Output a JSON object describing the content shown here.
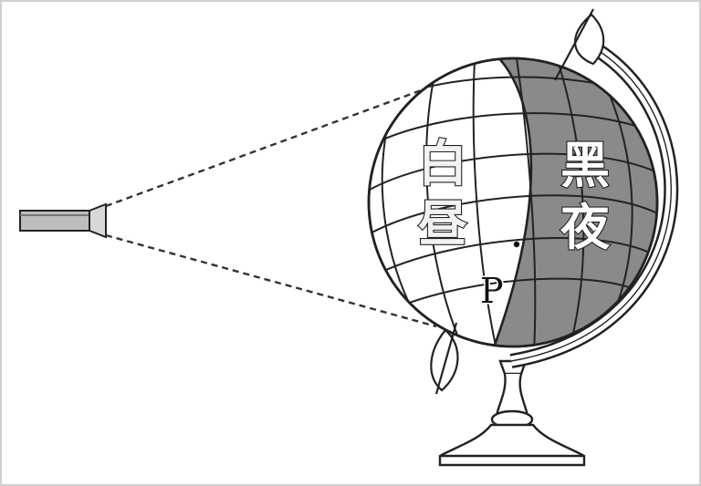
{
  "labels": {
    "day_top": "白",
    "day_bottom": "昼",
    "night_top": "黑",
    "night_bottom": "夜",
    "point": "P"
  },
  "colors": {
    "night_shade": "#8a8a8a",
    "line": "#222222",
    "frame_border": "#cfcfcf"
  },
  "icons": {
    "light_source": "flashlight-icon",
    "globe": "globe-icon"
  }
}
